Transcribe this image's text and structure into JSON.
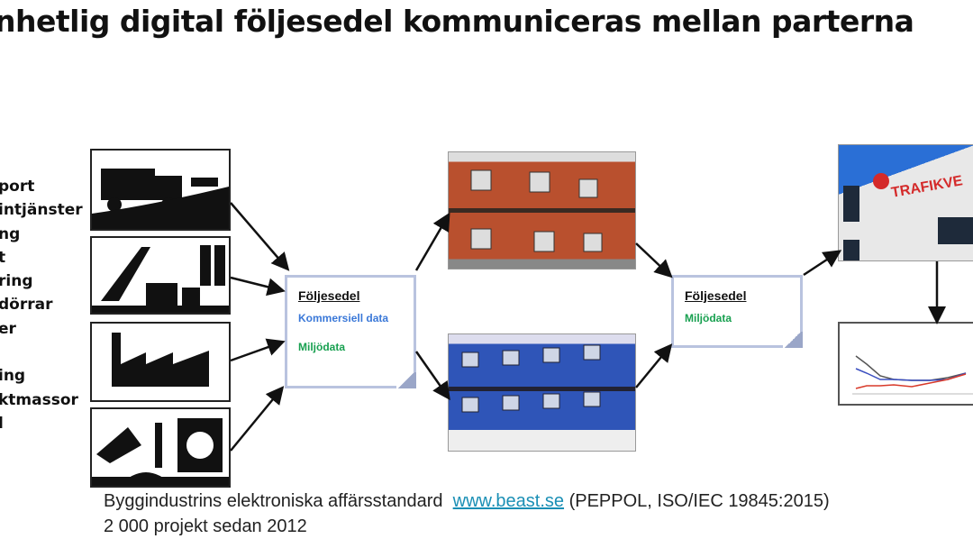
{
  "title": "nhetlig digital följesedel kommuniceras mellan parterna",
  "left_list": [
    "port",
    "intjänster",
    "ng",
    "t",
    "ring",
    "dörrar",
    "er",
    "",
    "ing",
    "ktmassor",
    "l"
  ],
  "doc1": {
    "heading": "Följesedel",
    "line1": "Kommersiell data",
    "line2": "Miljödata"
  },
  "doc2": {
    "heading": "Följesedel",
    "line1": "Miljödata"
  },
  "photo_sign": "TRAFIKVE",
  "bottom": {
    "text1": "Byggindustrins elektroniska affärsstandard",
    "link": "www.beast.se",
    "text2": "(PEPPOL, ISO/IEC 19845:2015)",
    "line2": "2 000 projekt sedan 2012"
  },
  "colors": {
    "link": "#1a8fb5",
    "blue": "#3a78d8",
    "green": "#18a050"
  }
}
